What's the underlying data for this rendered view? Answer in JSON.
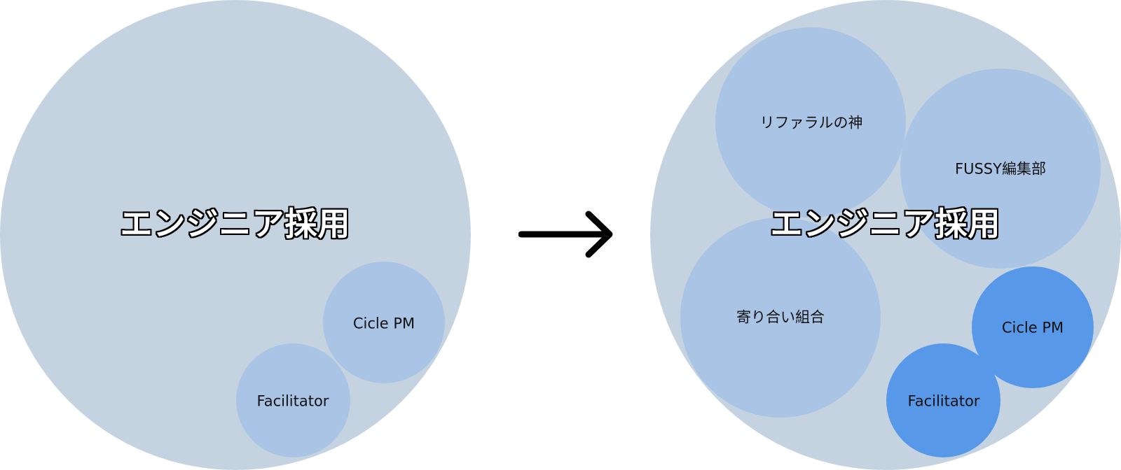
{
  "diagram": {
    "before": {
      "title": "エンジニア採用",
      "sub_circles": [
        {
          "label": "Cicle PM"
        },
        {
          "label": "Facilitator"
        }
      ]
    },
    "after": {
      "title": "エンジニア採用",
      "sub_circles": [
        {
          "label": "リファラルの神"
        },
        {
          "label": "FUSSY編集部"
        },
        {
          "label": "寄り合い組合"
        },
        {
          "label": "Cicle PM"
        },
        {
          "label": "Facilitator"
        }
      ]
    },
    "arrow_icon": "arrow-right-icon",
    "colors": {
      "outer_circle": "#c5d3e1",
      "sub_circle": "#a9c4e5",
      "highlight_circle": "#5799e8",
      "arrow": "#000000"
    }
  }
}
